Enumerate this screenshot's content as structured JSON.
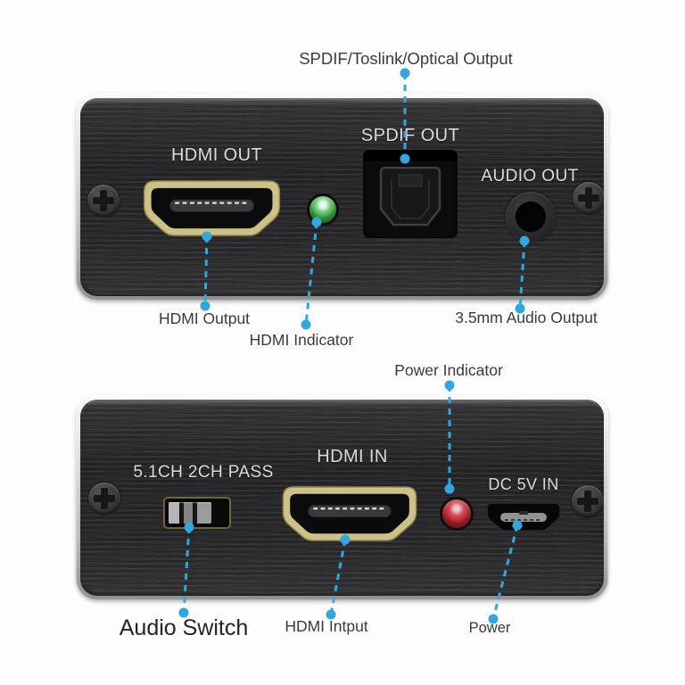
{
  "panels": {
    "top": {
      "hdmi_out": "HDMI OUT",
      "spdif_out": "SPDIF OUT",
      "audio_out": "AUDIO OUT"
    },
    "bottom": {
      "audio_switch": "5.1CH 2CH PASS",
      "hdmi_in": "HDMI IN",
      "dc_in": "DC 5V IN"
    }
  },
  "callouts": {
    "spdif_output": "SPDIF/Toslink/Optical Output",
    "hdmi_output": "HDMI Output",
    "hdmi_indicator": "HDMI Indicator",
    "audio_output": "3.5mm Audio Output",
    "power_indicator": "Power Indicator",
    "audio_switch": "Audio Switch",
    "hdmi_input": "HDMI Intput",
    "power": "Power"
  },
  "colors": {
    "callout": "#30a7de",
    "hdmi_indicator_led": "#3cb54a",
    "power_indicator_led": "#c2232b",
    "hdmi_trim_gold": "#cdc186",
    "panel_text": "#dcdcdc",
    "callout_text": "#3b3b3b"
  }
}
